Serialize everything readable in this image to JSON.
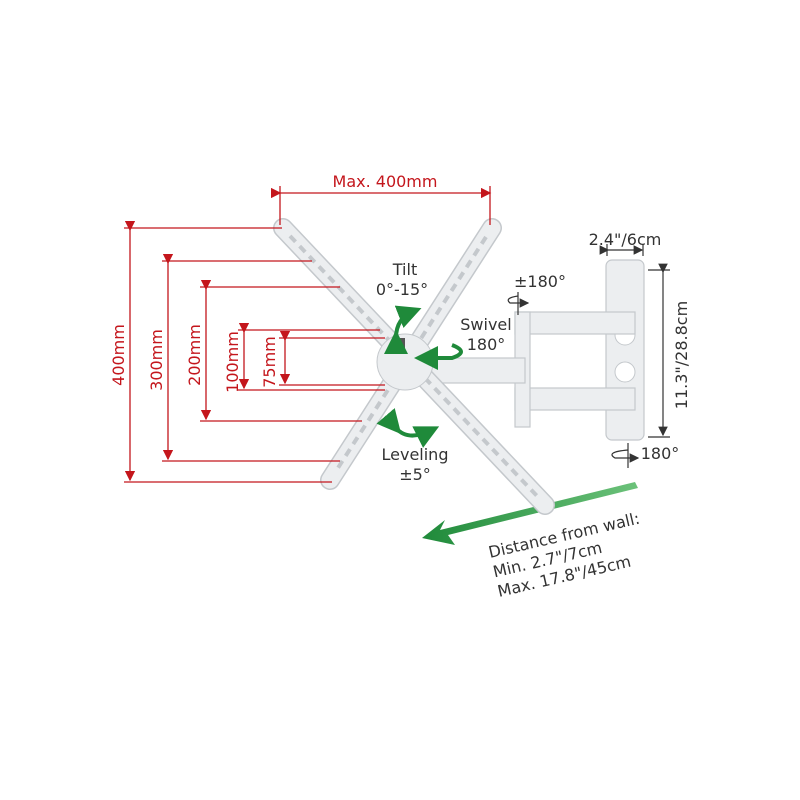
{
  "vesa": {
    "max_width": "Max. 400mm",
    "heights": [
      "400mm",
      "300mm",
      "200mm",
      "100mm",
      "75mm"
    ]
  },
  "tilt": {
    "label": "Tilt",
    "range": "0°-15°"
  },
  "swivel": {
    "label": "Swivel",
    "range": "180°"
  },
  "leveling": {
    "label": "Leveling",
    "range": "±5°"
  },
  "arm_rotation_top": "±180°",
  "arm_rotation_bottom": "180°",
  "wall_plate": {
    "width": "2.4\"/6cm",
    "height": "11.3\"/28.8cm"
  },
  "distance": {
    "title": "Distance from wall:",
    "min": "Min. 2.7\"/7cm",
    "max": "Max. 17.8\"/45cm"
  },
  "colors": {
    "dimension": "#c4161c",
    "motion": "#1f8a3a",
    "text": "#333333"
  }
}
